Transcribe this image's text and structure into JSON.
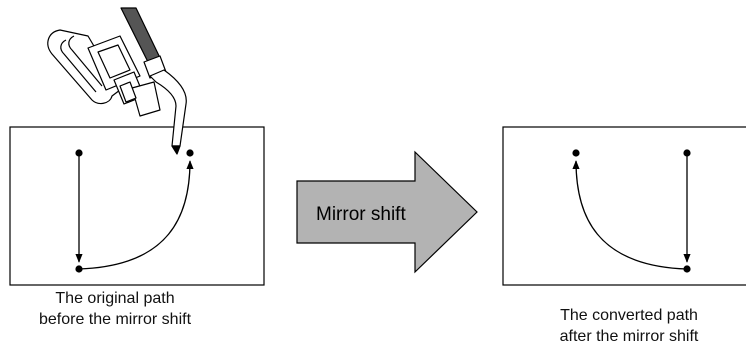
{
  "arrow_label": "Mirror shift",
  "captions": {
    "original": {
      "line1": "The original path",
      "line2": "before the mirror shift"
    },
    "converted": {
      "line1": "The converted path",
      "line2": "after the mirror shift"
    }
  },
  "colors": {
    "arrow_fill": "#b3b3b3",
    "stroke": "#000000",
    "torch_cable": "#555555",
    "background": "#ffffff"
  }
}
